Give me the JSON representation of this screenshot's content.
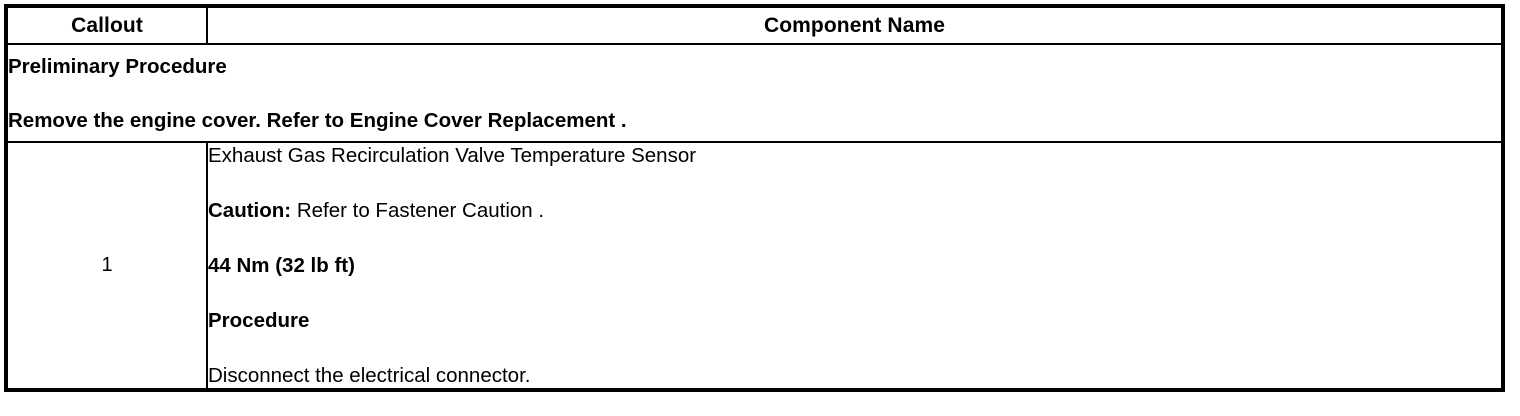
{
  "table": {
    "headers": {
      "callout": "Callout",
      "component_name": "Component Name"
    },
    "preliminary": {
      "title": "Preliminary Procedure",
      "instruction": "Remove the engine cover. Refer to Engine Cover Replacement ."
    },
    "rows": [
      {
        "callout": "1",
        "component_title": "Exhaust Gas Recirculation Valve Temperature Sensor",
        "caution_label": "Caution:",
        "caution_text": " Refer to Fastener Caution .",
        "torque": "44 Nm (32 lb ft)",
        "procedure_label": "Procedure",
        "procedure_step": "Disconnect the electrical connector."
      }
    ]
  },
  "colors": {
    "border": "#000000",
    "text": "#000000",
    "background": "#ffffff"
  }
}
